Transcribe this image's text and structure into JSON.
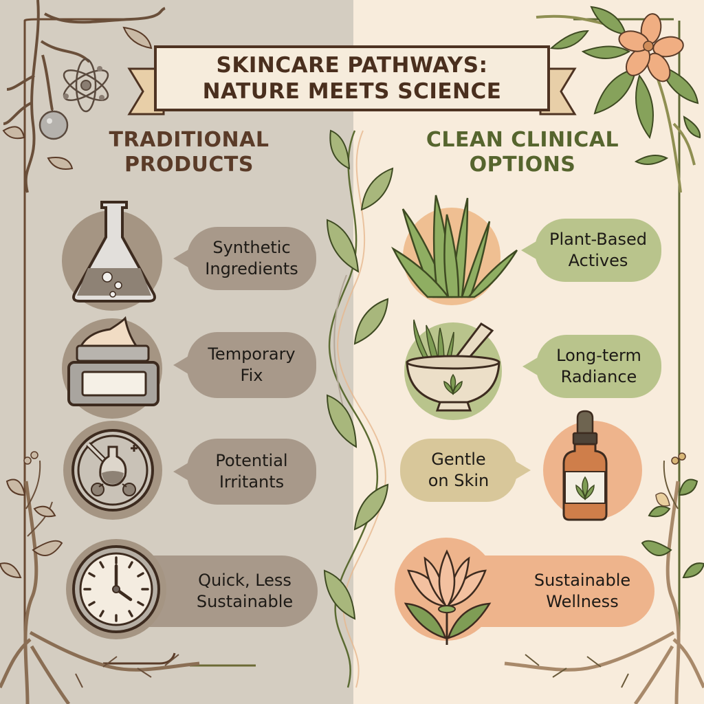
{
  "title": {
    "line1": "SKINCARE PATHWAYS:",
    "line2": "NATURE MEETS SCIENCE"
  },
  "colors": {
    "left_bg": "#d4cdc1",
    "right_bg": "#f8ecdc",
    "left_heading": "#5a3b28",
    "right_heading": "#56652e",
    "left_bubble": "#a8998a",
    "left_bubble_light": "#b4aa9e",
    "green_bubble": "#b9c48c",
    "tan_bubble": "#d8c79a",
    "peach": "#eeb48c"
  },
  "left_column": {
    "heading_line1": "TRADITIONAL",
    "heading_line2": "PRODUCTS",
    "items": [
      {
        "icon": "flask-icon",
        "line1": "Synthetic",
        "line2": "Ingredients"
      },
      {
        "icon": "cream-jar-icon",
        "line1": "Temporary",
        "line2": "Fix"
      },
      {
        "icon": "no-chemicals-icon",
        "line1": "Potential",
        "line2": "Irritants"
      },
      {
        "icon": "clock-icon",
        "line1": "Quick, Less",
        "line2": "Sustainable"
      }
    ]
  },
  "right_column": {
    "heading_line1": "CLEAN CLINICAL",
    "heading_line2": "OPTIONS",
    "items": [
      {
        "icon": "aloe-plant-icon",
        "line1": "Plant-Based",
        "line2": "Actives"
      },
      {
        "icon": "mortar-pestle-herbs-icon",
        "line1": "Long-term",
        "line2": "Radiance"
      },
      {
        "icon": "dropper-bottle-icon",
        "line1": "Gentle",
        "line2": "on Skin"
      },
      {
        "icon": "lotus-flower-icon",
        "line1": "Sustainable",
        "line2": "Wellness"
      }
    ]
  },
  "decorations": {
    "top_left": "roots-with-atom-icon",
    "top_right": "peach-flower-vine-icon",
    "center": "wavy-vine-divider",
    "bottom_left": "tree-roots-icon",
    "bottom_right": "tree-roots-icon"
  }
}
